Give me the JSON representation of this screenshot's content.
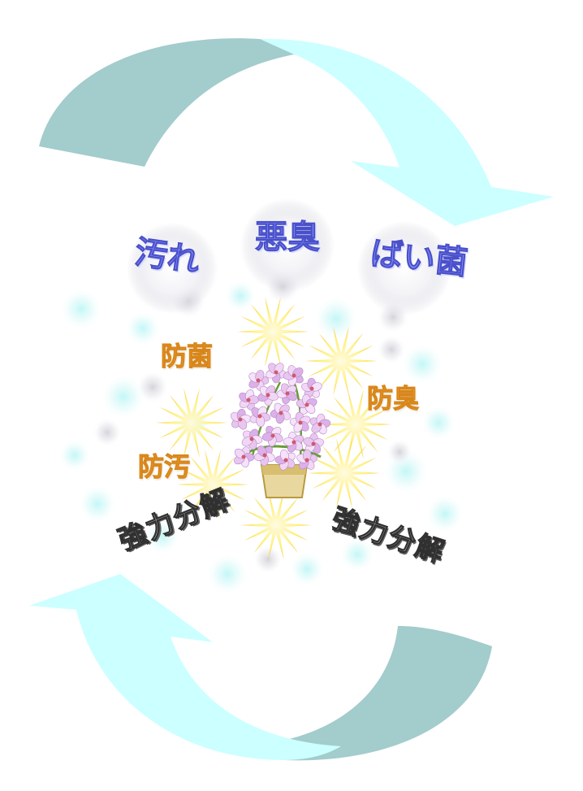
{
  "colors": {
    "arrow_light": "#ccffff",
    "arrow_dark": "#a3cccc",
    "starburst": "#ffef70",
    "bubble": "#bff4f6",
    "word_blue": "#8890ff",
    "word_orange": "#ffa230"
  },
  "top_words": {
    "dirt": "汚れ",
    "bad_odor": "悪臭",
    "bacteria": "ばい菌"
  },
  "effects": {
    "antibacterial": "防菌",
    "deodorize": "防臭",
    "antifouling": "防汚"
  },
  "decompose": {
    "left": "強力分解",
    "right": "強力分解"
  },
  "center_image": {
    "icon": "orchid-flower-pot-icon"
  }
}
